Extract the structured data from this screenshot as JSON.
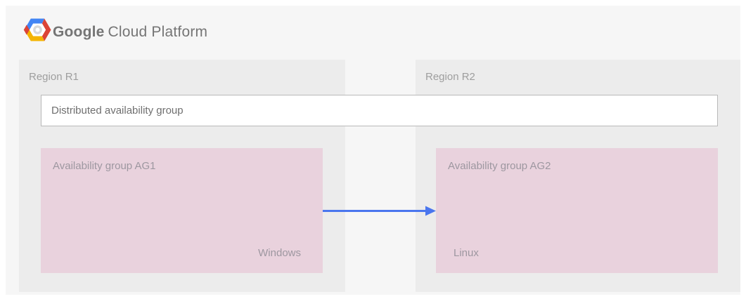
{
  "header": {
    "logo": {
      "google": "Google",
      "product": "Cloud Platform"
    }
  },
  "diagram": {
    "regions": [
      {
        "label": "Region R1"
      },
      {
        "label": "Region R2"
      }
    ],
    "distributed_ag": {
      "label": "Distributed availability group"
    },
    "availability_groups": [
      {
        "label": "Availability group AG1",
        "os": "Windows"
      },
      {
        "label": "Availability group AG2",
        "os": "Linux"
      }
    ],
    "arrow": {
      "from": "Availability group AG1",
      "to": "Availability group AG2",
      "direction": "right"
    }
  },
  "colors": {
    "panel-bg": "#f6f6f6",
    "region-bg": "#ececec",
    "ag-bg": "#e9d2dd",
    "arrow-blue": "#4a76ee",
    "label-gray": "#9e9e9e",
    "dag-text": "#6f6f6f",
    "ag-text": "#9d97a0",
    "brand-text": "#757575",
    "logo-blue": "#4285f4",
    "logo-red": "#db4437",
    "logo-yellow": "#f4b400"
  }
}
